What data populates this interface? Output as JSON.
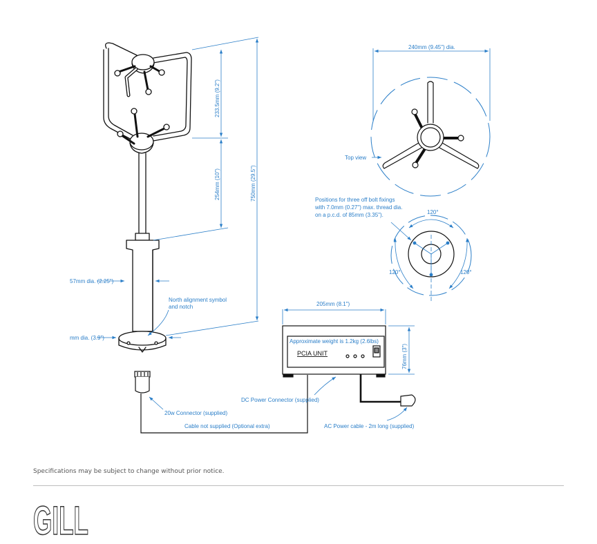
{
  "dimensions": {
    "top_dia": "240mm (9.45\") dia.",
    "upper_span": "233.5mm (9.2\")",
    "lower_span": "254mm (10\")",
    "total_height": "750mm (29.5\")",
    "housing_dia": "57mm dia. (2.25\")",
    "base_dia": "mm dia. (3.9\")",
    "pcia_width": "205mm (8.1\")",
    "pcia_height": "76mm (3\")"
  },
  "labels": {
    "top_view": "Top view",
    "north_alignment": [
      "North alignment symbol",
      "and notch"
    ],
    "bolt_fixings": [
      "Positions for three off bolt fixings",
      "with 7.0mm (0.27\") max. thread dia.",
      "on a p.c.d. of 85mm (3.35\")."
    ],
    "angle_top": "120°",
    "angle_left": "120°",
    "angle_right": "120°",
    "weight": "Approximate weight is 1.2kg (2.6lbs)",
    "pcia_unit": "PCIA UNIT",
    "dc_connector": "DC Power Connector (supplied)",
    "connector_20w": "20w Connector (supplied)",
    "cable_not_supplied": "Cable not supplied (Optional extra)",
    "ac_cable": "AC Power cable - 2m long (supplied)"
  },
  "footer": {
    "note": "Specifications may be subject to change without prior notice.",
    "logo_text": "GILL"
  },
  "colors": {
    "dimension": "#2a7ec8",
    "outline": "#111111",
    "rule": "#bdbdbd",
    "note": "#555555"
  }
}
